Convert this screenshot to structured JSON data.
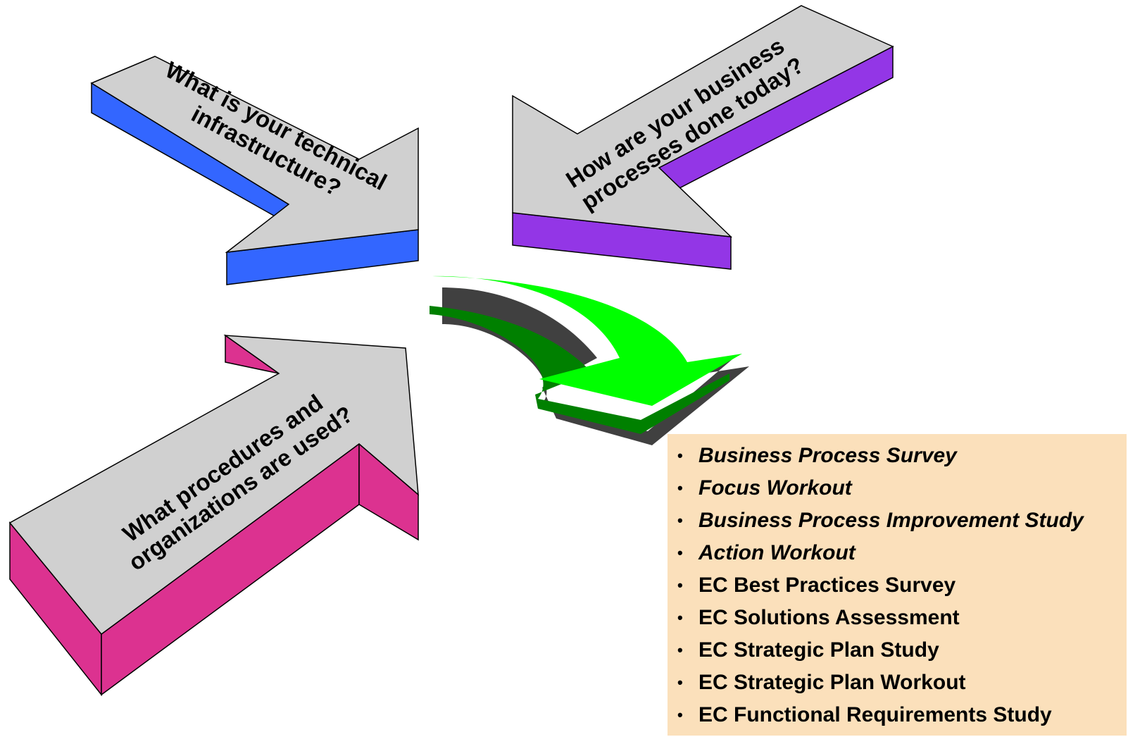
{
  "arrows": [
    {
      "id": "technical",
      "lines": [
        "What is your technical",
        "infrastructure?"
      ],
      "color": "#3366ff"
    },
    {
      "id": "business",
      "lines": [
        "How are your business",
        "processes done today?"
      ],
      "color": "#9336e6"
    },
    {
      "id": "procedures",
      "lines": [
        "What  procedures and",
        "organizations are used?"
      ],
      "color": "#dc3290"
    }
  ],
  "green_arrow_colors": {
    "light": "#00ff00",
    "dark": "#008000",
    "shadow": "#404040"
  },
  "deliverables": {
    "bullet": "•",
    "items": [
      {
        "text": "Business Process Survey",
        "italic": true
      },
      {
        "text": "Focus Workout",
        "italic": true
      },
      {
        "text": "Business Process Improvement Study",
        "italic": true
      },
      {
        "text": "Action Workout",
        "italic": true
      },
      {
        "text": "EC Best Practices Survey",
        "italic": false
      },
      {
        "text": "EC Solutions Assessment",
        "italic": false
      },
      {
        "text": "EC Strategic Plan Study",
        "italic": false
      },
      {
        "text": "EC Strategic Plan Workout",
        "italic": false
      },
      {
        "text": "EC Functional Requirements Study",
        "italic": false
      }
    ]
  }
}
